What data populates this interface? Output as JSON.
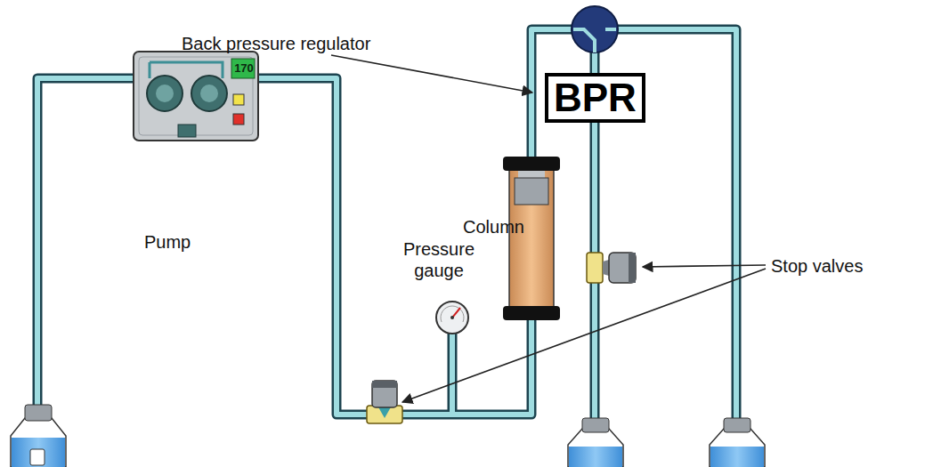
{
  "diagram": {
    "nodes": [
      {
        "text": [
          "BPR"
        ]
      }
    ],
    "labels": [
      "Back pressure regulator",
      "Column",
      "Pressure gauge",
      "Pump",
      "Stop valves",
      "170"
    ]
  }
}
